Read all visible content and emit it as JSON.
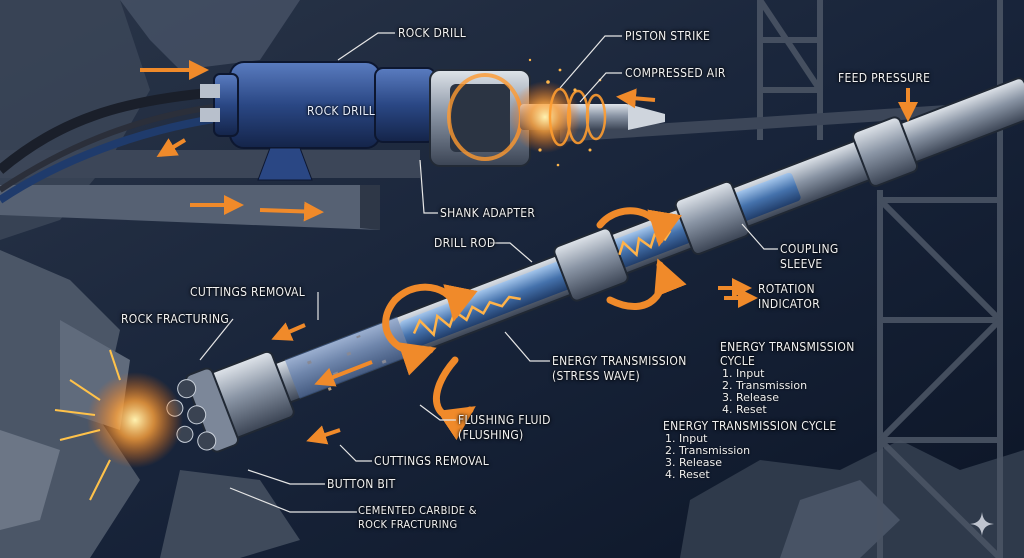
{
  "labels": {
    "rock_drill_callout": "ROCK DRILL",
    "rock_drill_body": "ROCK DRILL",
    "piston_strike": "PISTON STRIKE",
    "compressed_air": "COMPRESSED AIR",
    "feed_pressure": "FEED PRESSURE",
    "shank_adapter": "SHANK ADAPTER",
    "drill_rod": "DRILL ROD",
    "coupling_sleeve_1": "COUPLING",
    "coupling_sleeve_2": "SLEEVE",
    "rotation_indicator_1": "ROTATION",
    "rotation_indicator_2": "INDICATOR",
    "cuttings_removal_top": "CUTTINGS REMOVAL",
    "rock_fracturing_top": "ROCK FRACTURING",
    "energy_transmission_1": "ENERGY TRANSMISSION",
    "energy_transmission_2": "(STRESS WAVE)",
    "flushing_fluid_1": "FLUSHING FLUID",
    "flushing_fluid_2": "(FLUSHING)",
    "cuttings_removal_bottom": "CUTTINGS REMOVAL",
    "button_bit": "BUTTON BIT",
    "carbide_1": "CEMENTED CARBIDE &",
    "carbide_2": "ROCK FRACTURING"
  },
  "cycle_upper": {
    "title_1": "ENERGY TRANSMISSION",
    "title_2": "CYCLE",
    "steps": [
      "1. Input",
      "2. Transmission",
      "3. Release",
      "4. Reset"
    ]
  },
  "cycle_lower": {
    "title": "ENERGY TRANSMISSION CYCLE",
    "steps": [
      "1. Input",
      "2. Transmission",
      "3. Release",
      "4. Reset"
    ]
  },
  "colors": {
    "background": "#0f1a2c",
    "steel": "#8c98a8",
    "drill_blue": "#2c4a86",
    "arrow_orange": "#f08a2a",
    "spark": "#ffb340"
  }
}
